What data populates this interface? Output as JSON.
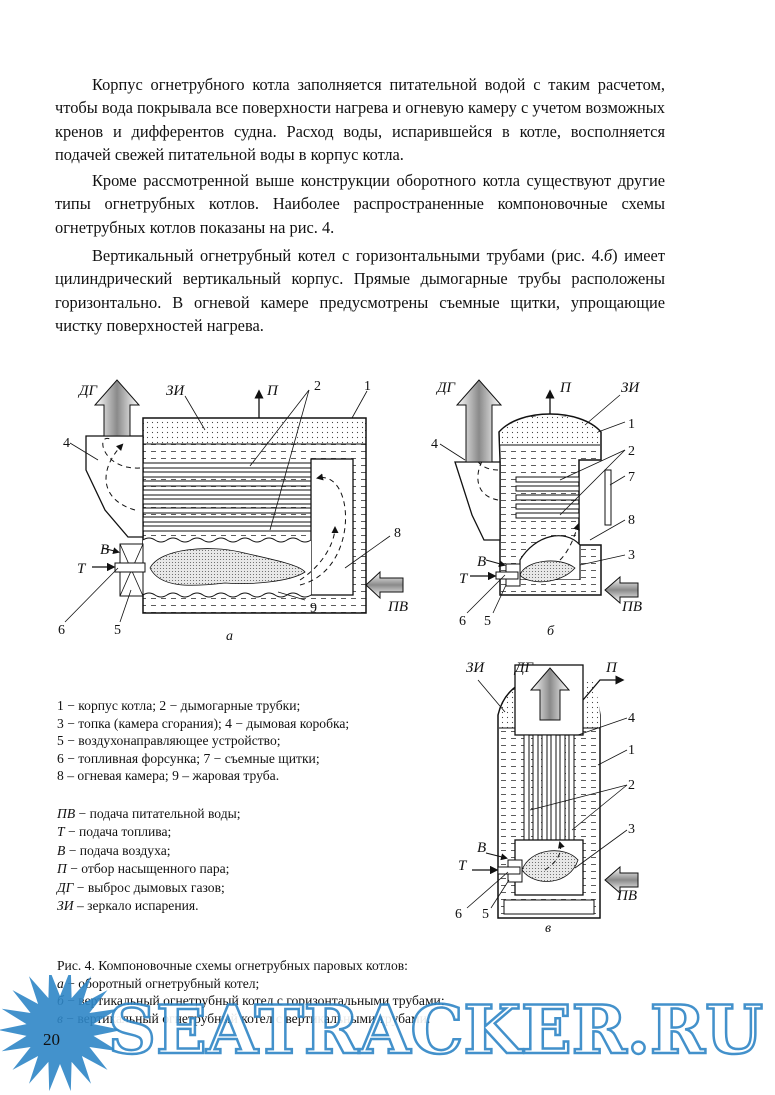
{
  "paragraphs": [
    "Корпус огнетрубного котла заполняется питательной водой с таким расчетом, чтобы вода покрывала все поверхности нагрева и огневую камеру с учетом возможных кренов и дифферентов судна. Расход воды, испарившейся в котле, восполняется подачей свежей питательной воды в корпус котла.",
    "Кроме рассмотренной выше конструкции оборотного котла существуют другие типы огнетрубных котлов. Наиболее распространенные компоновочные схемы огнетрубных котлов показаны на рис. 4.",
    "Вертикальный огнетрубный котел с горизонтальными трубами (рис. 4.",
    "б",
    ") имеет цилиндрический вертикальный корпус. Прямые дымогарные трубы расположены горизонтально. В огневой камере предусмотрены съемные щитки, упрощающие чистку поверхностей нагрева."
  ],
  "diagram_labels": {
    "dg": "ДГ",
    "zi": "ЗИ",
    "p": "П",
    "v": "В",
    "t": "Т",
    "pv": "ПВ",
    "n1": "1",
    "n2": "2",
    "n3": "3",
    "n4": "4",
    "n5": "5",
    "n6": "6",
    "n7": "7",
    "n8": "8",
    "n9": "9",
    "sub_a": "а",
    "sub_b": "б",
    "sub_v": "в"
  },
  "legend_parts": [
    [
      "1 − корпус котла;   2 − дымогарные трубки;"
    ],
    [
      "3 − топка (камера сгорания);   4 − дымовая коробка;"
    ],
    [
      "5 − воздухонаправляющее устройство;"
    ],
    [
      "6 − топливная форсунка;   7 − съемные щитки;"
    ],
    [
      "8 – огневая камера;   9 – жаровая труба."
    ]
  ],
  "legend_symbols": [
    {
      "sym": "ПВ",
      "text": " − подача питательной воды;"
    },
    {
      "sym": "Т",
      "text": " − подача топлива;"
    },
    {
      "sym": "В",
      "text": " − подача воздуха;"
    },
    {
      "sym": "П",
      "text": " − отбор насыщенного пара;"
    },
    {
      "sym": "ДГ",
      "text": " − выброс дымовых газов;"
    },
    {
      "sym": "ЗИ",
      "text": " – зеркало испарения."
    }
  ],
  "caption": {
    "title": "Рис. 4. Компоновочные схемы огнетрубных паровых котлов:",
    "items": [
      {
        "letter": "а",
        "text": " − оборотный огнетрубный котел;"
      },
      {
        "letter": "б",
        "text": " − вертикальный огнетрубный котел с горизонтальными трубами;"
      },
      {
        "letter": "в",
        "text": " − вертикальный огнетрубный котел с вертикальными трубами."
      }
    ]
  },
  "page_number": "20",
  "watermark": {
    "text": "SEATRACKER.RU",
    "color": "#2f86c6"
  }
}
